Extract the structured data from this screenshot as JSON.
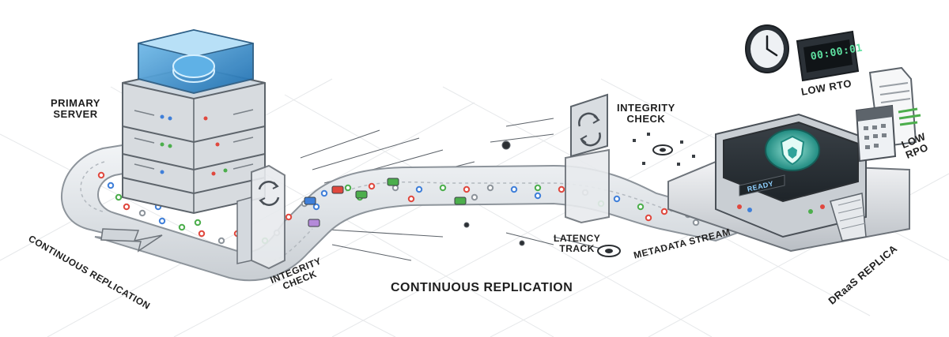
{
  "labels": {
    "primary_server": [
      "PRIMARY",
      "SERVER"
    ],
    "continuous_replication_left": "CONTINUOUS REPLICATION",
    "integrity_check_left": [
      "INTEGRITY",
      "CHECK"
    ],
    "continuous_replication_center": "CONTINUOUS REPLICATION",
    "integrity_check_right": [
      "INTEGRITY",
      "CHECK"
    ],
    "latency_track": [
      "LATENCY",
      "TRACK"
    ],
    "metadata_stream": "METADATA STREAM",
    "draas_replica": "DRaaS REPLICA",
    "low_rto": "LOW RTO",
    "low_rpo": [
      "LOW",
      "RPO"
    ],
    "ready": "READY",
    "timer_display": "00:00:01"
  },
  "icons": [
    "primary-server-icon",
    "sync-icon",
    "shield-icon",
    "clock-icon",
    "digital-timer-icon",
    "calendar-document-icon",
    "data-packet-icon"
  ],
  "colors": {
    "pipe_stroke": "#9aa0a6",
    "pipe_fill": "#e9ecef",
    "server_glow": "#4aa3df",
    "shield": "#2fa39a",
    "packet_red": "#e0483e",
    "packet_green": "#4cae4c",
    "packet_blue": "#3f7fd9",
    "text": "#1f1f1f"
  }
}
